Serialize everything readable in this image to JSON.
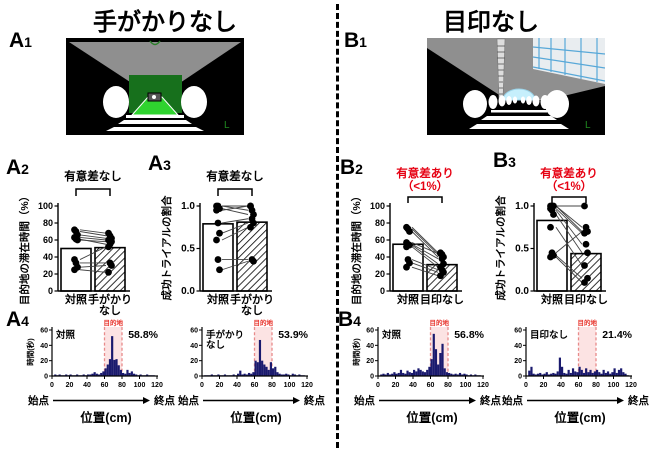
{
  "titles": {
    "left": "手がかりなし",
    "right": "目印なし"
  },
  "panels": {
    "A1": {
      "letter": "A",
      "num": "1"
    },
    "A2": {
      "letter": "A",
      "num": "2"
    },
    "A3": {
      "letter": "A",
      "num": "3"
    },
    "A4": {
      "letter": "A",
      "num": "4"
    },
    "B1": {
      "letter": "B",
      "num": "1"
    },
    "B2": {
      "letter": "B",
      "num": "2"
    },
    "B3": {
      "letter": "B",
      "num": "3"
    },
    "B4": {
      "letter": "B",
      "num": "4"
    }
  },
  "scenes": {
    "left": {
      "description": "virtual corridor without visual cues",
      "corner_mark": "L"
    },
    "right": {
      "description": "virtual corridor without landmark (tower and building visible)",
      "corner_mark": "L"
    }
  },
  "colors": {
    "significant_red": "#e60012",
    "hist_bar": "#1a1a6e",
    "zone_fill": "#fce3e3",
    "zone_border": "#e88a8a",
    "zone_label_red": "#e8342c",
    "scene_gray": "#8f8f8f",
    "scene_green_dark": "#17701c",
    "scene_green_bright": "#2fd32f",
    "scene_blue": "#58a8d8",
    "scene_cyan": "#c6effc"
  },
  "chart_data": {
    "paired_charts": [
      {
        "id": "A2",
        "type": "bar",
        "subtype": "paired-bar-scatter",
        "ylabel": "目的地の滞在時間（%）",
        "ylim": [
          0,
          100
        ],
        "yticks": [
          0,
          20,
          40,
          60,
          80,
          100
        ],
        "categories": [
          "対照",
          "手がかり\nなし"
        ],
        "bar_values": [
          50,
          51
        ],
        "pairs": [
          [
            72,
            68
          ],
          [
            70,
            65
          ],
          [
            66,
            62
          ],
          [
            63,
            60
          ],
          [
            61,
            55
          ],
          [
            60,
            58
          ],
          [
            37,
            52
          ],
          [
            33,
            33
          ],
          [
            28,
            30
          ],
          [
            25,
            22
          ]
        ],
        "significance": {
          "lines": [
            "有意差なし"
          ],
          "color": "#000000"
        }
      },
      {
        "id": "A3",
        "type": "bar",
        "subtype": "paired-bar-scatter",
        "ylabel": "成功トライアルの割合",
        "ylim": [
          0,
          1
        ],
        "yticks": [
          0,
          0.5,
          1
        ],
        "categories": [
          "対照",
          "手がかり\nなし"
        ],
        "bar_values": [
          0.79,
          0.81
        ],
        "pairs": [
          [
            1,
            1
          ],
          [
            1,
            0.95
          ],
          [
            0.97,
            0.9
          ],
          [
            0.95,
            1
          ],
          [
            0.8,
            0.85
          ],
          [
            0.68,
            0.8
          ],
          [
            0.6,
            0.75
          ],
          [
            0.37,
            0.37
          ],
          [
            0.25,
            0.35
          ]
        ],
        "significance": {
          "lines": [
            "有意差なし"
          ],
          "color": "#000000"
        }
      },
      {
        "id": "B2",
        "type": "bar",
        "subtype": "paired-bar-scatter",
        "ylabel": "目的地の滞在時間（%）",
        "ylim": [
          0,
          100
        ],
        "yticks": [
          0,
          20,
          40,
          60,
          80,
          100
        ],
        "categories": [
          "対照",
          "目印なし"
        ],
        "bar_values": [
          55,
          31
        ],
        "pairs": [
          [
            75,
            45
          ],
          [
            73,
            43
          ],
          [
            70,
            40
          ],
          [
            57,
            44
          ],
          [
            55,
            38
          ],
          [
            54,
            32
          ],
          [
            52,
            28
          ],
          [
            37,
            25
          ],
          [
            33,
            22
          ],
          [
            28,
            18
          ]
        ],
        "significance": {
          "lines": [
            "有意差あり",
            "（<1%）"
          ],
          "color": "#e60012"
        }
      },
      {
        "id": "B3",
        "type": "bar",
        "subtype": "paired-bar-scatter",
        "ylabel": "成功トライアルの割合",
        "ylim": [
          0,
          1
        ],
        "yticks": [
          0,
          0.5,
          1
        ],
        "categories": [
          "対照",
          "目印なし"
        ],
        "bar_values": [
          0.83,
          0.44
        ],
        "pairs": [
          [
            1,
            1
          ],
          [
            1,
            0.75
          ],
          [
            1,
            0.7
          ],
          [
            0.97,
            0.68
          ],
          [
            0.95,
            0.55
          ],
          [
            0.9,
            0.45
          ],
          [
            0.75,
            0.3
          ],
          [
            0.45,
            0.7
          ],
          [
            0.42,
            0.15
          ],
          [
            0.4,
            0.1
          ]
        ],
        "significance": {
          "lines": [
            "有意差あり",
            "（<1%）"
          ],
          "color": "#e60012"
        }
      }
    ],
    "histograms": [
      {
        "id": "A4L",
        "type": "bar",
        "subtype": "histogram",
        "condition": "対照",
        "percent": "58.8%",
        "ylabel": "時間(秒)",
        "xlabel": "位置(cm)",
        "start_label": "始点",
        "end_label": "終点",
        "ylim": [
          0,
          60
        ],
        "yticks": [
          0,
          20,
          40,
          60
        ],
        "xticks": [
          0,
          20,
          40,
          60,
          80,
          100,
          120
        ],
        "zone": {
          "range": [
            60,
            80
          ],
          "label": "目的地"
        },
        "bin_width": 2.5,
        "bins": [
          0,
          2,
          1,
          2,
          1,
          1,
          2,
          1,
          2,
          1,
          1,
          2,
          1,
          1,
          2,
          1,
          2,
          2,
          3,
          5,
          3,
          2,
          4,
          6,
          10,
          15,
          22,
          52,
          21,
          22,
          14,
          8,
          4,
          3,
          8,
          4,
          6,
          3,
          2,
          1,
          2,
          1,
          1,
          2,
          1,
          1,
          1,
          0
        ]
      },
      {
        "id": "A4R",
        "type": "bar",
        "subtype": "histogram",
        "condition": "手がかり\nなし",
        "percent": "53.9%",
        "ylabel": "",
        "xlabel": "位置(cm)",
        "start_label": "始点",
        "end_label": "終点",
        "ylim": [
          0,
          60
        ],
        "yticks": [
          0,
          20,
          40,
          60
        ],
        "xticks": [
          0,
          20,
          40,
          60,
          80,
          100,
          120
        ],
        "zone": {
          "range": [
            60,
            80
          ],
          "label": "目的地"
        },
        "bin_width": 2.5,
        "bins": [
          0,
          1,
          1,
          1,
          2,
          1,
          1,
          2,
          1,
          1,
          2,
          1,
          1,
          1,
          2,
          1,
          3,
          7,
          2,
          3,
          2,
          4,
          3,
          5,
          20,
          18,
          47,
          20,
          15,
          12,
          8,
          18,
          10,
          12,
          5,
          3,
          2,
          2,
          3,
          2,
          1,
          3,
          2,
          1,
          2,
          1,
          1,
          0
        ]
      },
      {
        "id": "B4L",
        "type": "bar",
        "subtype": "histogram",
        "condition": "対照",
        "percent": "56.8%",
        "ylabel": "時間(秒)",
        "xlabel": "位置(cm)",
        "start_label": "始点",
        "end_label": "終点",
        "ylim": [
          0,
          60
        ],
        "yticks": [
          0,
          20,
          40,
          60
        ],
        "xticks": [
          0,
          20,
          40,
          60,
          80,
          100,
          120
        ],
        "zone": {
          "range": [
            60,
            80
          ],
          "label": "目的地"
        },
        "bin_width": 2.5,
        "bins": [
          0,
          2,
          3,
          2,
          4,
          2,
          3,
          5,
          3,
          4,
          8,
          4,
          3,
          7,
          5,
          4,
          8,
          6,
          10,
          8,
          6,
          5,
          8,
          12,
          22,
          55,
          35,
          15,
          30,
          42,
          10,
          5,
          4,
          3,
          2,
          3,
          2,
          4,
          2,
          3,
          2,
          1,
          2,
          1,
          2,
          1,
          1,
          0
        ]
      },
      {
        "id": "B4R",
        "type": "bar",
        "subtype": "histogram",
        "condition": "目印なし",
        "percent": "21.4%",
        "ylabel": "",
        "xlabel": "位置(cm)",
        "start_label": "始点",
        "end_label": "終点",
        "ylim": [
          0,
          60
        ],
        "yticks": [
          0,
          20,
          40,
          60
        ],
        "xticks": [
          0,
          20,
          40,
          60,
          80,
          100,
          120
        ],
        "zone": {
          "range": [
            60,
            80
          ],
          "label": "目的地"
        },
        "bin_width": 2.5,
        "bins": [
          0,
          7,
          12,
          3,
          2,
          3,
          4,
          2,
          3,
          5,
          2,
          3,
          4,
          3,
          6,
          24,
          12,
          4,
          3,
          8,
          4,
          10,
          6,
          5,
          12,
          8,
          4,
          10,
          5,
          8,
          4,
          6,
          8,
          5,
          3,
          8,
          4,
          6,
          3,
          5,
          10,
          4,
          8,
          10,
          5,
          3,
          1,
          0
        ]
      }
    ]
  }
}
